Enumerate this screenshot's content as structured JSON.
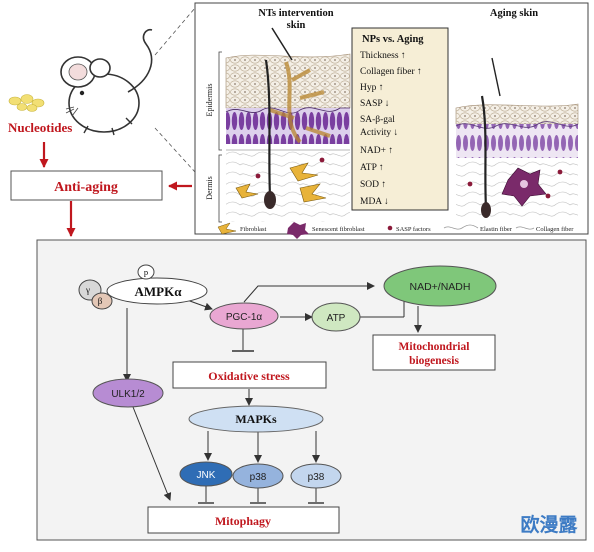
{
  "top": {
    "nucleotides_label": "Nucleotides",
    "anti_aging_label": "Anti-aging",
    "nts_title_line1": "NTs intervention",
    "nts_title_line2": "skin",
    "aging_title": "Aging skin",
    "epidermis_label": "Epidermis",
    "dermis_label": "Dermis",
    "comparison_box": {
      "title": "NPs vs. Aging",
      "items": [
        "Thickness ↑",
        "Collagen fiber ↑",
        "Hyp ↑",
        "SASP ↓",
        "SA-β-gal",
        "Activity ↓",
        "NAD+ ↑",
        "ATP ↑",
        "SOD ↑",
        "MDA ↓"
      ]
    },
    "legend": {
      "fibroblast": "Fibroblast",
      "senescent_fibroblast": "Senescent fibroblast",
      "sasp_factors": "SASP factors",
      "elastin_fiber": "Elastin fiber",
      "collagen_fiber": "Collagen fiber"
    }
  },
  "pathway": {
    "ampk": "AMPKα",
    "ampk_p": "p",
    "ampk_gamma": "γ",
    "ampk_beta": "β",
    "pgc": "PGC-1α",
    "atp": "ATP",
    "nad": "NAD+/NADH",
    "mito_bio_line1": "Mitochondrial",
    "mito_bio_line2": "biogenesis",
    "ulk": "ULK1/2",
    "oxidative_stress": "Oxidative stress",
    "mapks": "MAPKs",
    "jnk": "JNK",
    "p38a": "p38",
    "p38b": "p38",
    "mitophagy": "Mitophagy"
  },
  "watermark": "欧漫露",
  "colors": {
    "red_text": "#c0171e",
    "pgc_fill": "#e9a7d2",
    "atp_fill": "#cfe8c1",
    "nad_fill": "#7fc77a",
    "ulk_fill": "#b78cd3",
    "mapks_fill": "#cfe0f3",
    "jnk_fill": "#2f6db5",
    "p38a_fill": "#95b3dd",
    "p38b_fill": "#c3d6ee",
    "panel_bg": "#f3f3f3",
    "box_fill": "#f6eed6",
    "watermark": "#2a6fc0"
  }
}
